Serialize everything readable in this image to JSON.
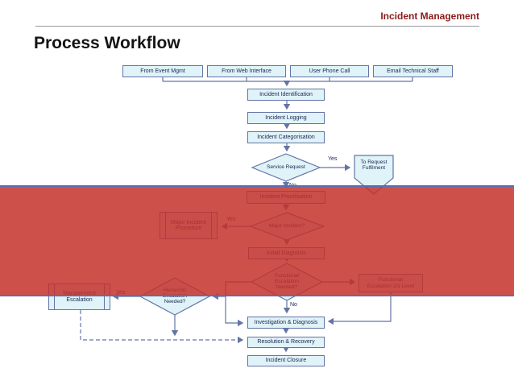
{
  "slide": {
    "header_title": "Incident Management",
    "page_title": "Process Workflow"
  },
  "colors": {
    "header_title_text": "#8B1A1A",
    "node_fill": "#DFF3F8",
    "node_border": "#6474A6",
    "connector": "#6474A6",
    "node_text": "#1C2550",
    "overlay_red": "rgba(197,47,41,0.84)",
    "overlay_edge": "#5B6DAE"
  },
  "flowchart": {
    "nodes": {
      "from_event_mgmt": "From Event Mgmt",
      "from_web_interface": "From Web Interface",
      "user_phone_call": "User Phone Call",
      "email_technical_staff": "Email Technical Staff",
      "incident_identification": "Incident Identification",
      "incident_logging": "Incident Logging",
      "incident_categorisation": "Incident Categorisation",
      "service_request": "Service Request",
      "to_request_fulfilment": "To Request\nFulfilment",
      "incident_prioritisation": "Incident Prioritisation",
      "major_incident": "Major Incident?",
      "major_incident_procedure": "Major Incident\nProcedure",
      "initial_diagnosis": "Initial Diagnosis",
      "functional_escalation_needed": "Functional\nEscalation\nNeeded?",
      "functional_escalation_23": "Functional\nEscalation 2/3 Level",
      "hierarchic_escalation_needed": "Hierarchic\nEscalation\nNeeded?",
      "management_escalation": "Management\nEscalation",
      "investigation_diagnosis": "Investigation & Diagnosis",
      "resolution_recovery": "Resolution & Recovery",
      "incident_closure": "Incident Closure"
    },
    "edge_labels": {
      "service_yes": "Yes",
      "service_no": "No",
      "major_yes": "Yes",
      "functional_no": "No",
      "hierarchic_yes": "Yes"
    }
  }
}
